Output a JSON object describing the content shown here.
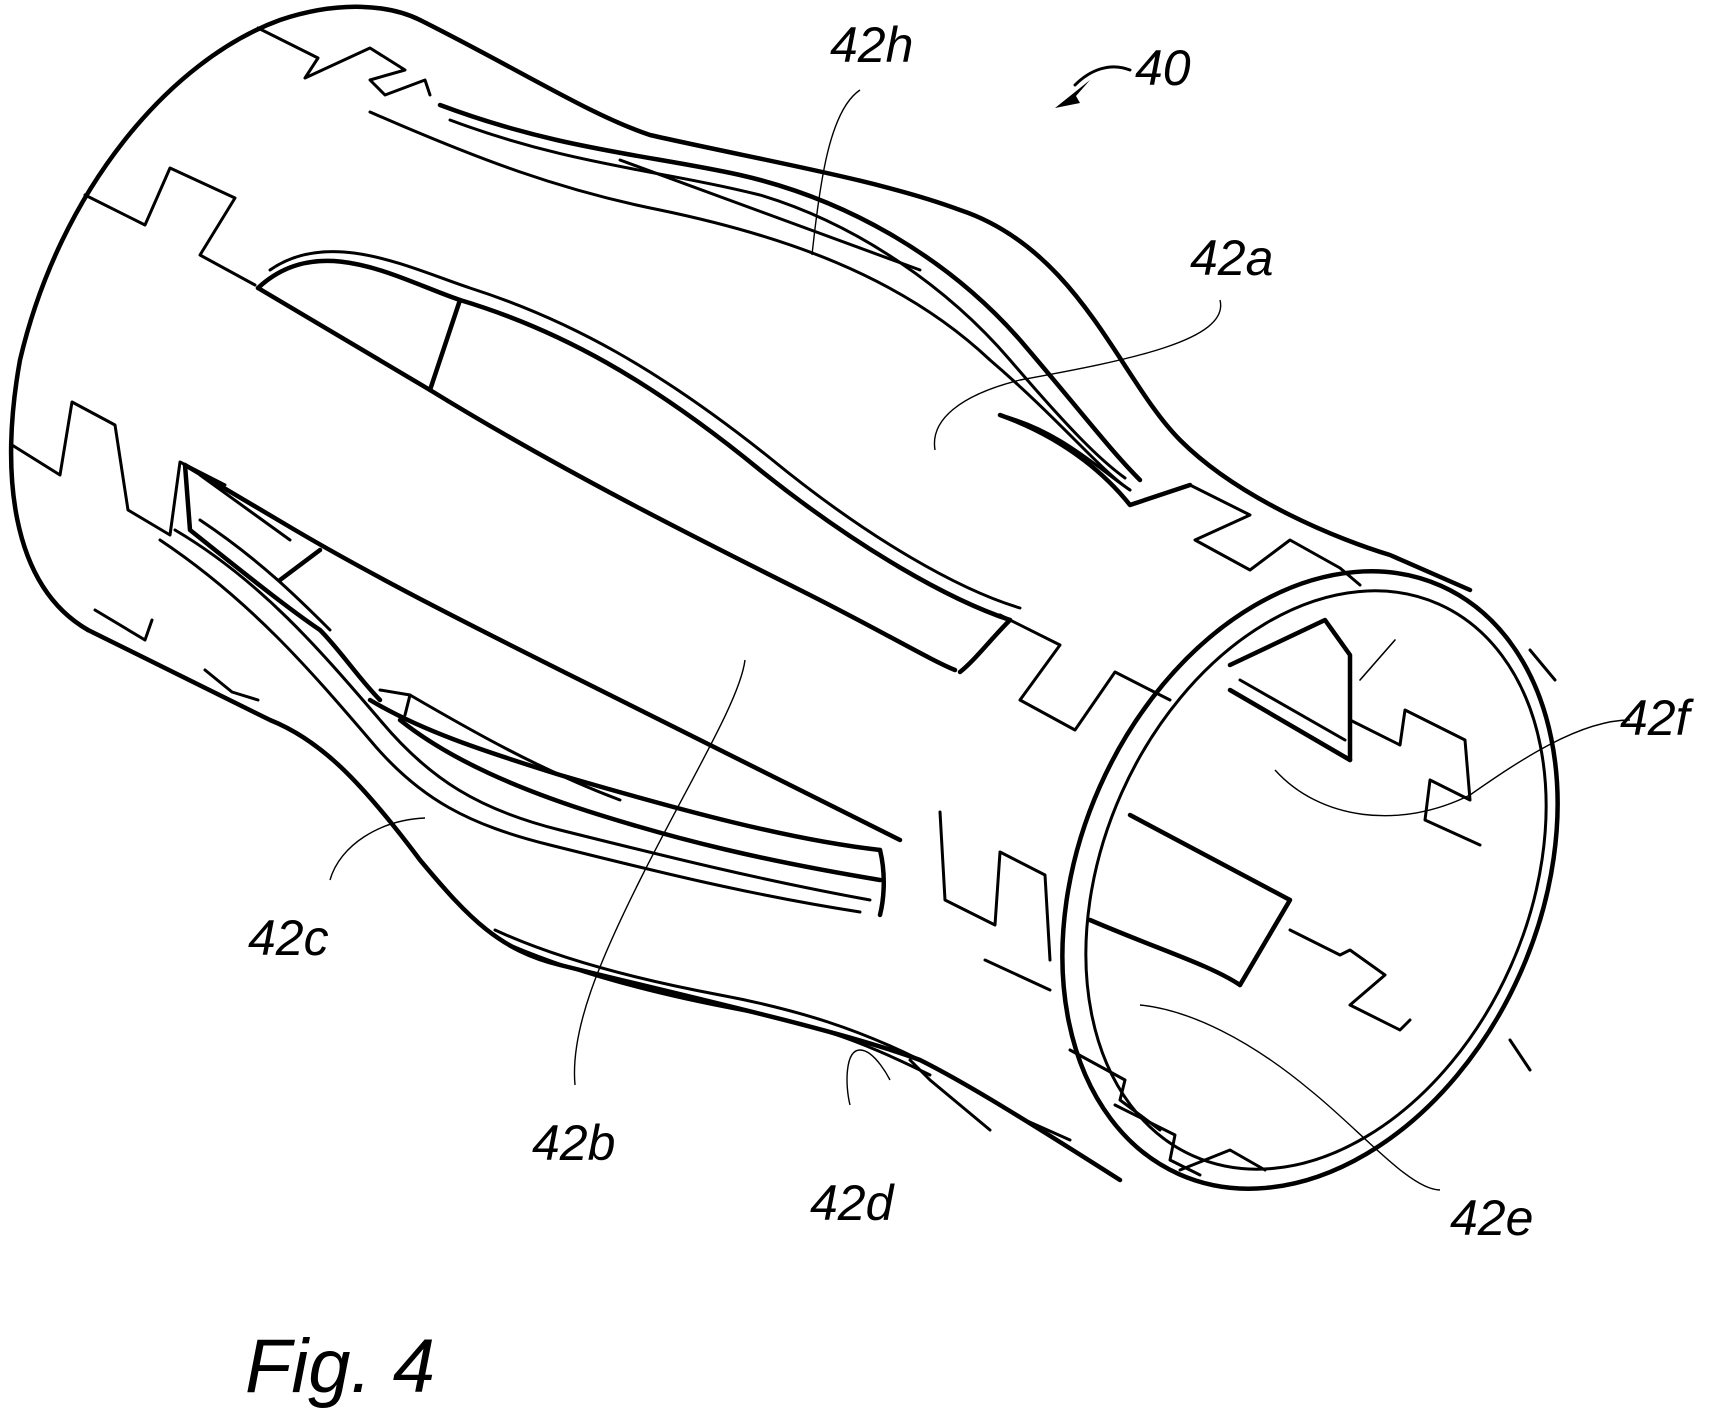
{
  "figure": {
    "caption": "Fig. 4",
    "assembly_ref": "40",
    "refs": {
      "a": "42a",
      "b": "42b",
      "c": "42c",
      "d": "42d",
      "e": "42e",
      "f": "42f",
      "h": "42h"
    }
  }
}
